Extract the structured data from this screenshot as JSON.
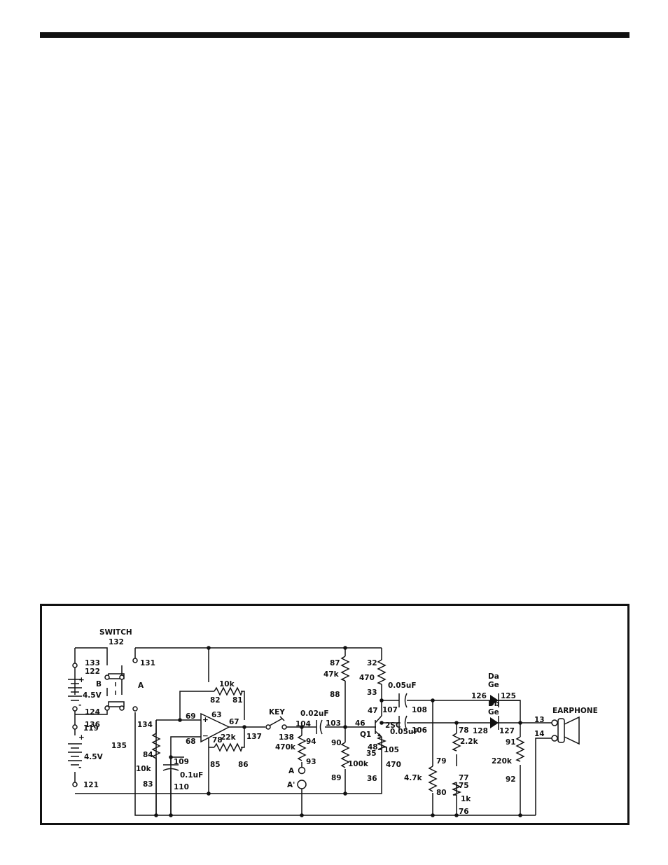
{
  "colors": {
    "ink": "#111111",
    "paper": "#ffffff"
  },
  "schematic": {
    "switch": {
      "title": "SWITCH",
      "number": "132",
      "pos_a": "A",
      "pos_b": "B",
      "terminals": [
        "133",
        "122",
        "124",
        "136",
        "131",
        "134",
        "135"
      ]
    },
    "battery_top": {
      "voltage": "4.5V",
      "plus": "+",
      "minus": "-"
    },
    "battery_bottom": {
      "voltage": "4.5V",
      "plus": "+",
      "minus": "-",
      "terminals": [
        "119",
        "121"
      ]
    },
    "opamp": {
      "pins": [
        "69",
        "63",
        "67",
        "68",
        "78"
      ],
      "plus": "+",
      "minus": "−"
    },
    "feedback_top": {
      "value": "10k",
      "ends": [
        "82",
        "81"
      ]
    },
    "feedback_bottom": {
      "value": "22k",
      "ends": [
        "85",
        "86"
      ]
    },
    "r_bias": {
      "value": "10k",
      "ends": [
        "84",
        "83"
      ]
    },
    "c_01": {
      "value": "0.1uF",
      "ends": [
        "109",
        "110"
      ]
    },
    "out_node": "137",
    "key": {
      "label": "KEY",
      "node": "138"
    },
    "r_470k": {
      "value": "470k",
      "ends": [
        "104",
        "94",
        "93"
      ]
    },
    "c_002": {
      "value": "0.02uF",
      "node": "103"
    },
    "jacks": [
      "A",
      "A'"
    ],
    "r_47k": {
      "value": "47k",
      "ends": [
        "87",
        "88"
      ]
    },
    "r_100k": {
      "value": "100k",
      "ends": [
        "90",
        "89"
      ]
    },
    "transistor": {
      "name": "Q1",
      "type": "2SC",
      "pins": [
        "46",
        "47",
        "48"
      ]
    },
    "r_470_top": {
      "value": "470",
      "ends": [
        "32",
        "33"
      ]
    },
    "r_470_bottom": {
      "value": "470",
      "ends": [
        "35",
        "36",
        "105"
      ]
    },
    "c_top": {
      "value": "0.05uF",
      "ends": [
        "107",
        "108"
      ]
    },
    "c_bottom": {
      "value": "0.05uF",
      "node": "106"
    },
    "r_4_7k": {
      "value": "4.7k",
      "ends": [
        "79",
        "80"
      ]
    },
    "r_2_2k": {
      "value": "2.2k",
      "ends": [
        "78",
        "77"
      ]
    },
    "r_1k": {
      "value": "1k",
      "ends": [
        "75",
        "76"
      ]
    },
    "diode_a": {
      "label": "Da",
      "material": "Ge",
      "ends": [
        "126",
        "125"
      ]
    },
    "diode_b": {
      "label": "Db",
      "material": "Ge",
      "ends": [
        "128",
        "127"
      ]
    },
    "r_220k": {
      "value": "220k",
      "ends": [
        "91",
        "92"
      ]
    },
    "earphone": {
      "label": "EARPHONE",
      "terminals": [
        "13",
        "14"
      ]
    }
  }
}
